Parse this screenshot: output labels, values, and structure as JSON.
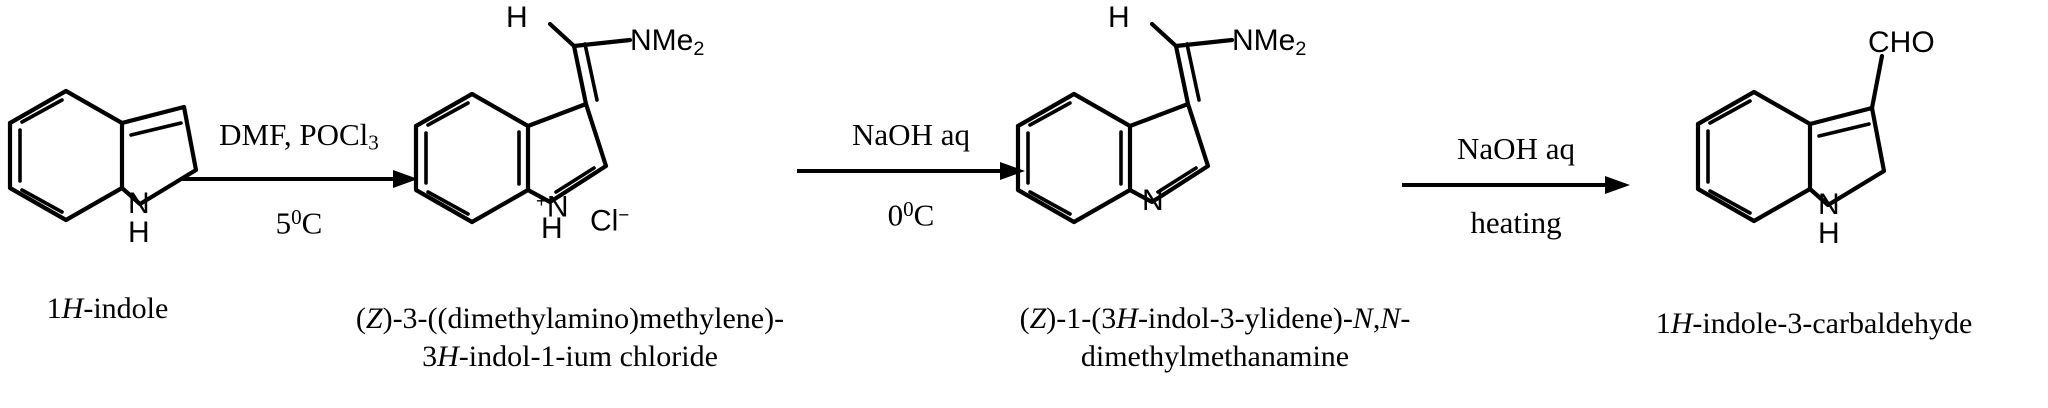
{
  "scheme": {
    "title": "Vilsmeier-Haack formylation of indole",
    "background": "#ffffff",
    "line_color": "#000000"
  },
  "structures": [
    {
      "id": "indole",
      "name": "1H-indole",
      "atom_labels": {
        "nh_n": "N",
        "nh_h": "H"
      },
      "caption_lines": [
        [
          {
            "t": "1",
            "i": false
          },
          {
            "t": "H",
            "i": true
          },
          {
            "t": "-indole",
            "i": false
          }
        ]
      ]
    },
    {
      "id": "indolium-chloride",
      "name": "(Z)-3-((dimethylamino)methylene)-3H-indol-1-ium chloride",
      "atom_labels": {
        "vinyl_h": "H",
        "nme2": "NMe",
        "nme2_sub": "2",
        "ring_n": "N",
        "ring_n_charge": "+",
        "ring_nh": "H",
        "counter_ion": "Cl",
        "counter_ion_charge": "−"
      },
      "caption_lines": [
        [
          {
            "t": "(",
            "i": false
          },
          {
            "t": "Z",
            "i": true
          },
          {
            "t": ")-3-((dimethylamino)methylene)-",
            "i": false
          }
        ],
        [
          {
            "t": "3",
            "i": false
          },
          {
            "t": "H",
            "i": true
          },
          {
            "t": "-indol-1-ium chloride",
            "i": false
          }
        ]
      ]
    },
    {
      "id": "indol-3-ylidene-methanamine",
      "name": "(Z)-1-(3H-indol-3-ylidene)-N,N-dimethylmethanamine",
      "atom_labels": {
        "vinyl_h": "H",
        "nme2": "NMe",
        "nme2_sub": "2",
        "ring_n": "N"
      },
      "caption_lines": [
        [
          {
            "t": "(",
            "i": false
          },
          {
            "t": "Z",
            "i": true
          },
          {
            "t": ")-1-(3",
            "i": false
          },
          {
            "t": "H",
            "i": true
          },
          {
            "t": "-indol-3-ylidene)-",
            "i": false
          },
          {
            "t": "N",
            "i": true
          },
          {
            "t": ",",
            "i": false
          },
          {
            "t": "N",
            "i": true
          },
          {
            "t": "-",
            "i": false
          }
        ],
        [
          {
            "t": "dimethylmethanamine",
            "i": false
          }
        ]
      ]
    },
    {
      "id": "indole-3-carbaldehyde",
      "name": "1H-indole-3-carbaldehyde",
      "atom_labels": {
        "cho": "CHO",
        "nh_n": "N",
        "nh_h": "H"
      },
      "caption_lines": [
        [
          {
            "t": "1",
            "i": false
          },
          {
            "t": "H",
            "i": true
          },
          {
            "t": "-indole-3-carbaldehyde",
            "i": false
          }
        ]
      ]
    }
  ],
  "arrows": [
    {
      "id": "arrow-1",
      "above_parts": [
        {
          "t": "DMF, POCl",
          "k": "text"
        },
        {
          "t": "3",
          "k": "sub"
        }
      ],
      "below_parts": [
        {
          "t": "5",
          "k": "text"
        },
        {
          "t": "0",
          "k": "sup"
        },
        {
          "t": "C",
          "k": "text"
        }
      ],
      "above_plain": "DMF, POCl3",
      "below_plain": "5 0C"
    },
    {
      "id": "arrow-2",
      "above_parts": [
        {
          "t": "NaOH aq",
          "k": "text"
        }
      ],
      "below_parts": [
        {
          "t": "0",
          "k": "text"
        },
        {
          "t": "0",
          "k": "sup"
        },
        {
          "t": "C",
          "k": "text"
        }
      ],
      "above_plain": "NaOH aq",
      "below_plain": "0 0C"
    },
    {
      "id": "arrow-3",
      "above_parts": [
        {
          "t": "NaOH aq",
          "k": "text"
        }
      ],
      "below_parts": [
        {
          "t": "heating",
          "k": "text"
        }
      ],
      "above_plain": "NaOH aq",
      "below_plain": "heating"
    }
  ],
  "chart_data": {
    "type": "diagram",
    "title": "Vilsmeier-Haack synthesis of 1H-indole-3-carbaldehyde",
    "steps": [
      {
        "reactant": "1H-indole",
        "reagents": "DMF, POCl3",
        "conditions": "5 0C",
        "product": "(Z)-3-((dimethylamino)methylene)-3H-indol-1-ium chloride"
      },
      {
        "reactant": "(Z)-3-((dimethylamino)methylene)-3H-indol-1-ium chloride",
        "reagents": "NaOH aq",
        "conditions": "0 0C",
        "product": "(Z)-1-(3H-indol-3-ylidene)-N,N-dimethylmethanamine"
      },
      {
        "reactant": "(Z)-1-(3H-indol-3-ylidene)-N,N-dimethylmethanamine",
        "reagents": "NaOH aq",
        "conditions": "heating",
        "product": "1H-indole-3-carbaldehyde"
      }
    ]
  }
}
